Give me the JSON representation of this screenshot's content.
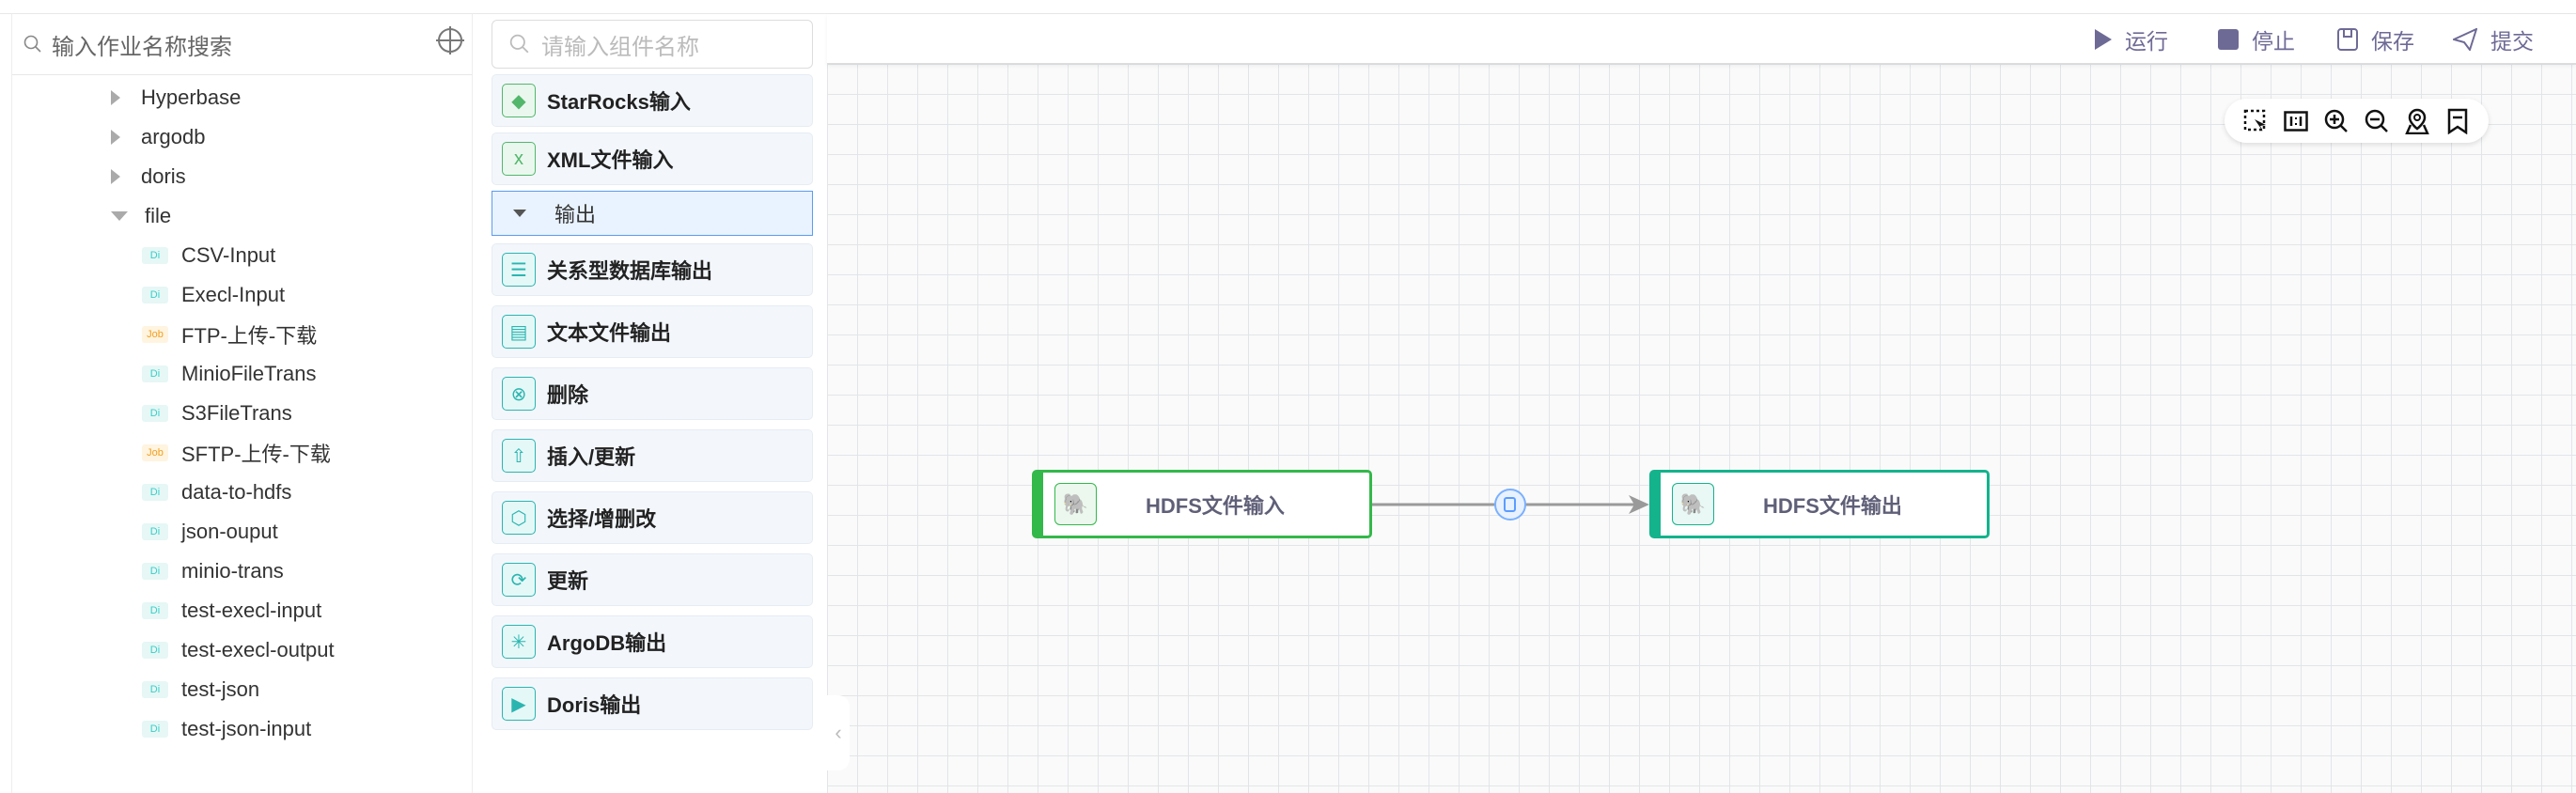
{
  "job_tree": {
    "search_placeholder": "输入作业名称搜索",
    "folders": [
      {
        "label": "Hyperbase",
        "expanded": false
      },
      {
        "label": "argodb",
        "expanded": false
      },
      {
        "label": "doris",
        "expanded": false
      },
      {
        "label": "file",
        "expanded": true
      }
    ],
    "items": [
      {
        "type": "Di",
        "label": "CSV-Input"
      },
      {
        "type": "Di",
        "label": "Execl-Input"
      },
      {
        "type": "Job",
        "label": "FTP-上传-下载"
      },
      {
        "type": "Di",
        "label": "MinioFileTrans"
      },
      {
        "type": "Di",
        "label": "S3FileTrans"
      },
      {
        "type": "Job",
        "label": "SFTP-上传-下载"
      },
      {
        "type": "Di",
        "label": "data-to-hdfs"
      },
      {
        "type": "Di",
        "label": "json-ouput"
      },
      {
        "type": "Di",
        "label": "minio-trans"
      },
      {
        "type": "Di",
        "label": "test-execl-input"
      },
      {
        "type": "Di",
        "label": "test-execl-output"
      },
      {
        "type": "Di",
        "label": "test-json"
      },
      {
        "type": "Di",
        "label": "test-json-input"
      }
    ]
  },
  "components": {
    "search_placeholder": "请输入组件名称",
    "input_items": [
      {
        "label": "StarRocks输入",
        "icon": "starrocks-icon"
      },
      {
        "label": "XML文件输入",
        "icon": "xml-file-icon"
      }
    ],
    "output_group": "输出",
    "output_items": [
      {
        "label": "关系型数据库输出",
        "icon": "database-icon"
      },
      {
        "label": "文本文件输出",
        "icon": "text-file-icon"
      },
      {
        "label": "删除",
        "icon": "delete-icon"
      },
      {
        "label": "插入/更新",
        "icon": "insert-update-icon"
      },
      {
        "label": "选择/增删改",
        "icon": "cube-icon"
      },
      {
        "label": "更新",
        "icon": "refresh-icon"
      },
      {
        "label": "ArgoDB输出",
        "icon": "argodb-icon"
      },
      {
        "label": "Doris输出",
        "icon": "doris-icon"
      }
    ]
  },
  "toolbar": {
    "run": "运行",
    "stop": "停止",
    "save": "保存",
    "submit": "提交"
  },
  "canvas": {
    "nodes": [
      {
        "label": "HDFS文件输入",
        "color": "#33b84a"
      },
      {
        "label": "HDFS文件输出",
        "color": "#14b38c"
      }
    ]
  }
}
